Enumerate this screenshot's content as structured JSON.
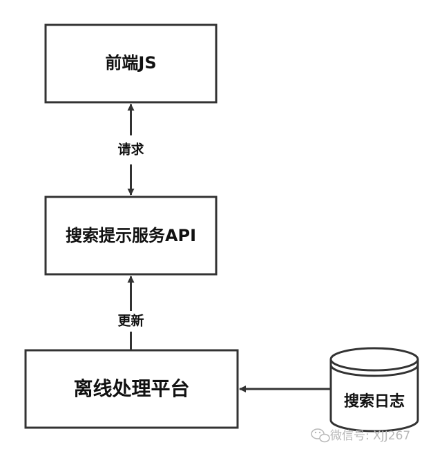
{
  "nodes": {
    "frontend": {
      "label": "前端JS"
    },
    "suggest_api": {
      "label": "搜索提示服务API"
    },
    "offline_platform": {
      "label": "离线处理平台"
    },
    "search_log": {
      "label": "搜索日志"
    }
  },
  "edges": {
    "request": {
      "label": "请求"
    },
    "update": {
      "label": "更新"
    }
  },
  "watermark": {
    "text": "微信号: XJJ267"
  },
  "colors": {
    "line": "#333333",
    "text": "#111111",
    "watermark": "#b8b8b8"
  }
}
